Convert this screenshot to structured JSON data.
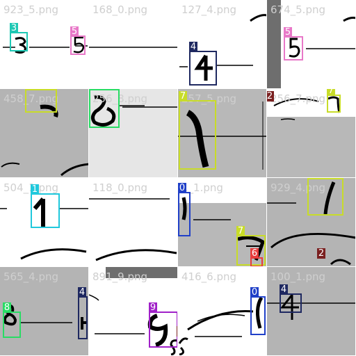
{
  "tiles": [
    {
      "filename": "923_5.png",
      "bg": "#ffffff",
      "detections": [
        {
          "label": "3",
          "color": "#1ec8b4"
        },
        {
          "label": "5",
          "color": "#e878c8"
        }
      ]
    },
    {
      "filename": "168_0.png",
      "bg": "#ffffff",
      "detections": []
    },
    {
      "filename": "127_4.png",
      "bg": "#ffffff",
      "detections": [
        {
          "label": "4",
          "color": "#1e2860"
        }
      ]
    },
    {
      "filename": "674_5.png",
      "bg": "#ffffff",
      "detections": [
        {
          "label": "5",
          "color": "#e878c8"
        }
      ]
    },
    {
      "filename": "458_7.png",
      "bg": "#b4b4b4",
      "detections": [
        {
          "label": "7",
          "color": "#c8dc28"
        }
      ]
    },
    {
      "filename": "256_8.png",
      "bg": "#e6e6e6",
      "detections": [
        {
          "label": "8",
          "color": "#28dc64"
        }
      ]
    },
    {
      "filename": "257_5.png",
      "bg": "#b8b8b8",
      "detections": [
        {
          "label": "7",
          "color": "#c8dc28"
        }
      ]
    },
    {
      "filename": "256_7.png",
      "bg": "#ffffff",
      "detections": [
        {
          "label": "2",
          "color": "#7a2020"
        },
        {
          "label": "7",
          "color": "#c8dc28"
        }
      ]
    },
    {
      "filename": "504_1.png",
      "bg": "#ffffff",
      "detections": [
        {
          "label": "1",
          "color": "#20c8dc"
        }
      ]
    },
    {
      "filename": "118_0.png",
      "bg": "#ffffff",
      "detections": []
    },
    {
      "filename": "1_1.png",
      "bg": "#b4b4b4",
      "detections": [
        {
          "label": "0",
          "color": "#2040c8"
        },
        {
          "label": "7",
          "color": "#c8dc28"
        },
        {
          "label": "6",
          "color": "#e83c3c"
        }
      ]
    },
    {
      "filename": "929_4.png",
      "bg": "#b4b4b4",
      "detections": [
        {
          "label": "7",
          "color": "#c8dc28"
        },
        {
          "label": "2",
          "color": "#7a2020"
        }
      ]
    },
    {
      "filename": "565_4.png",
      "bg": "#b4b4b4",
      "detections": [
        {
          "label": "8",
          "color": "#28dc64"
        },
        {
          "label": "4",
          "color": "#1e2860"
        }
      ]
    },
    {
      "filename": "891_9.png",
      "bg": "#ffffff",
      "detections": [
        {
          "label": "9",
          "color": "#a020c8"
        },
        {
          "label": "2",
          "color": "#7a2020"
        }
      ]
    },
    {
      "filename": "416_6.png",
      "bg": "#ffffff",
      "detections": [
        {
          "label": "0",
          "color": "#2040c8"
        }
      ]
    },
    {
      "filename": "100_1.png",
      "bg": "#b4b4b4",
      "detections": [
        {
          "label": "4",
          "color": "#1e2860"
        }
      ]
    }
  ]
}
